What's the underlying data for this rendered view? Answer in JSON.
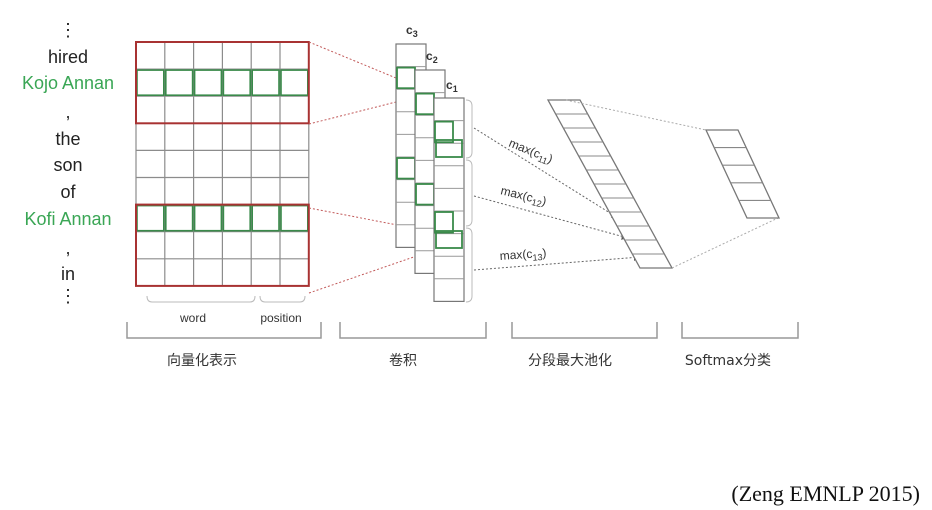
{
  "sentence": {
    "tokens": [
      "⋮",
      "hired",
      "Kojo Annan",
      ",",
      "the",
      "son",
      "of",
      "Kofi Annan",
      ",",
      "in",
      "⋮"
    ],
    "highlighted": [
      2,
      7
    ]
  },
  "matrix_labels": {
    "word": "word",
    "position": "position"
  },
  "filters": [
    "c3",
    "c2",
    "c1"
  ],
  "max_labels": [
    "max(c11)",
    "max(c12)",
    "max(c13)"
  ],
  "stages": [
    "向量化表示",
    "卷积",
    "分段最大池化",
    "Softmax分类"
  ],
  "citation": "(Zeng EMNLP 2015)",
  "colors": {
    "highlight_text": "#3aa655",
    "entity_box": "#a83232",
    "green_cell": "#3a8a4a",
    "grid": "#8c8c8c"
  }
}
